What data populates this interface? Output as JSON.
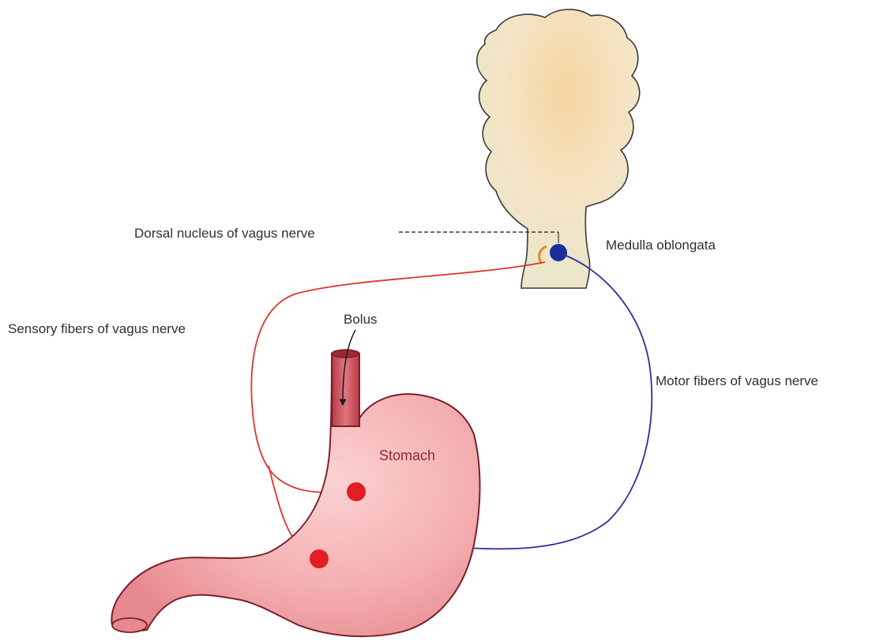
{
  "labels": {
    "dorsal_nucleus": "Dorsal nucleus of vagus nerve",
    "medulla": "Medulla oblongata",
    "sensory_fibers": "Sensory fibers of vagus nerve",
    "bolus": "Bolus",
    "motor_fibers": "Motor fibers of vagus nerve",
    "stomach": "Stomach"
  },
  "colors": {
    "medulla_fill": "#f3ead0",
    "medulla_core": "#f7d9a6",
    "medulla_outline": "#2f2f2f",
    "stomach_fill": "#f6b3b3",
    "stomach_outline": "#7a1f2c",
    "esophagus_fill": "#c94a52",
    "sensory_nerve": "#e0342c",
    "motor_nerve": "#2e2e9c",
    "receptor_dots": "#e21d25",
    "nucleus": "#1a2e9e",
    "label_text": "#2f2f2f",
    "stomach_label": "#8b2c36"
  }
}
